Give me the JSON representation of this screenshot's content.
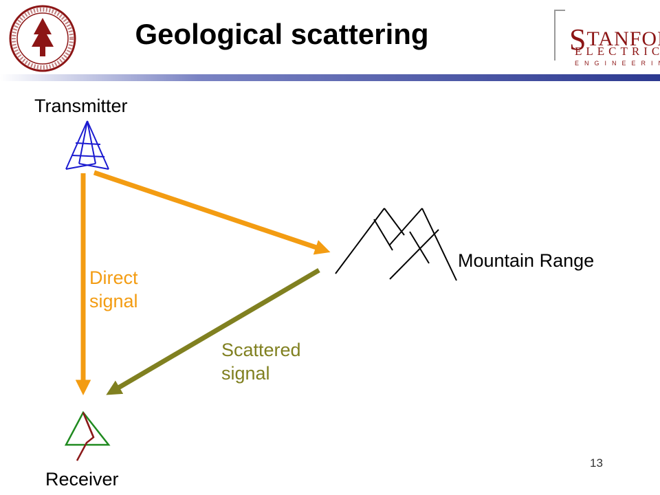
{
  "slide": {
    "title": "Geological scattering",
    "page_number": "13"
  },
  "logo": {
    "word_first": "S",
    "word_rest": "TANFORD",
    "line2": "ELECTRICAL",
    "line3": "ENGINEERING"
  },
  "diagram": {
    "transmitter_label": "Transmitter",
    "receiver_label": "Receiver",
    "mountain_label": "Mountain Range",
    "direct_line1": "Direct",
    "direct_line2": "signal",
    "scattered_line1": "Scattered",
    "scattered_line2": "signal"
  },
  "colors": {
    "title": "#000000",
    "direct": "#f39c12",
    "scattered": "#808020",
    "transmitter": "#1a1ad0",
    "receiver_outer": "#1f8a1f",
    "receiver_inner": "#8b1a1a",
    "stanford_red": "#8c1515",
    "rule_blue": "#2c3990"
  },
  "icons": {
    "seal": "stanford-seal-icon",
    "transmitter": "transmitter-tower-icon",
    "receiver": "receiver-antenna-icon",
    "mountain": "mountain-range-icon"
  }
}
